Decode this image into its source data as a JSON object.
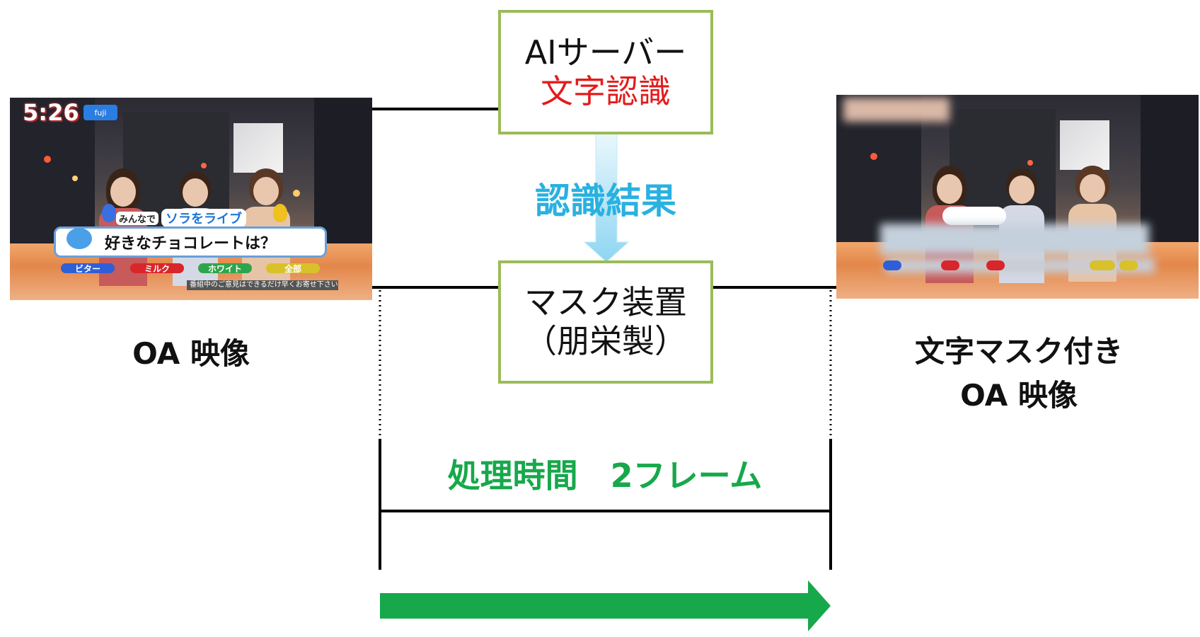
{
  "ai_server": {
    "line1": "AIサーバー",
    "line2": "文字認識",
    "line2_color": "#e31b1b"
  },
  "recognition_result": {
    "label": "認識結果",
    "color": "#29b1e0"
  },
  "mask_device": {
    "line1": "マスク装置",
    "line2": "（朋栄製）"
  },
  "left_caption": "OA 映像",
  "right_caption": {
    "line1": "文字マスク付き",
    "line2": "OA 映像"
  },
  "processing": {
    "label": "処理時間　2フレーム",
    "color": "#17a84b"
  },
  "box_border_color": "#9bbb59",
  "tv_left": {
    "clock": "5:26",
    "channel_badge": "fuji",
    "corner_title_prefix": "みんなで",
    "corner_title": "ソラをライブ",
    "question": "好きなチョコレートは？",
    "options": [
      "ビター",
      "ミルク",
      "ホワイト",
      "全部"
    ],
    "option_colors": [
      "#2e5fd8",
      "#d8262a",
      "#2fa54b",
      "#d9c12a"
    ],
    "ticker": "番組中のご意見はできるだけ早くお寄せ下さい"
  },
  "tv_right": {
    "option_colors": [
      "#2e5fd8",
      "#d8262a",
      "#2fa54b",
      "#d9c12a"
    ]
  },
  "arrow_color": "#17a84b"
}
